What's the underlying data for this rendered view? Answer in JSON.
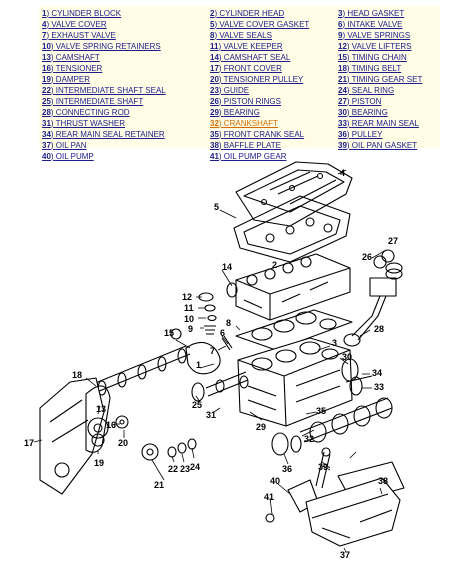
{
  "legend": {
    "columns": [
      [
        {
          "num": "1",
          "label": "CYLINDER BLOCK"
        },
        {
          "num": "4",
          "label": "VALVE COVER"
        },
        {
          "num": "7",
          "label": "EXHAUST VALVE"
        },
        {
          "num": "10",
          "label": "VALVE SPRING RETAINERS"
        },
        {
          "num": "13",
          "label": "CAMSHAFT"
        },
        {
          "num": "16",
          "label": "TENSIONER"
        },
        {
          "num": "19",
          "label": "DAMPER"
        },
        {
          "num": "22",
          "label": "INTERMEDIATE SHAFT SEAL"
        },
        {
          "num": "25",
          "label": "INTERMEDIATE SHAFT"
        },
        {
          "num": "28",
          "label": "CONNECTING ROD"
        },
        {
          "num": "31",
          "label": "THRUST WASHER"
        },
        {
          "num": "34",
          "label": "REAR MAIN SEAL RETAINER"
        },
        {
          "num": "37",
          "label": "OIL PAN"
        },
        {
          "num": "40",
          "label": "OIL PUMP"
        }
      ],
      [
        {
          "num": "2",
          "label": "CYLINDER HEAD"
        },
        {
          "num": "5",
          "label": "VALVE COVER GASKET"
        },
        {
          "num": "8",
          "label": "VALVE SEALS"
        },
        {
          "num": "11",
          "label": "VALVE KEEPER"
        },
        {
          "num": "14",
          "label": "CAMSHAFT SEAL"
        },
        {
          "num": "17",
          "label": "FRONT COVER"
        },
        {
          "num": "20",
          "label": "TENSIONER PULLEY"
        },
        {
          "num": "23",
          "label": "GUIDE"
        },
        {
          "num": "26",
          "label": "PISTON RINGS"
        },
        {
          "num": "29",
          "label": "BEARING"
        },
        {
          "num": "32",
          "label": "CRANKSHAFT",
          "highlight": true
        },
        {
          "num": "35",
          "label": "FRONT CRANK SEAL"
        },
        {
          "num": "38",
          "label": "BAFFLE PLATE"
        },
        {
          "num": "41",
          "label": "OIL PUMP GEAR"
        }
      ],
      [
        {
          "num": "3",
          "label": "HEAD GASKET"
        },
        {
          "num": "6",
          "label": "INTAKE VALVE"
        },
        {
          "num": "9",
          "label": "VALVE SPRINGS"
        },
        {
          "num": "12",
          "label": "VALVE LIFTERS"
        },
        {
          "num": "15",
          "label": "TIMING CHAIN"
        },
        {
          "num": "18",
          "label": "TIMING BELT"
        },
        {
          "num": "21",
          "label": "TIMING GEAR SET"
        },
        {
          "num": "24",
          "label": "SEAL RING"
        },
        {
          "num": "27",
          "label": "PISTON"
        },
        {
          "num": "30",
          "label": "BEARING"
        },
        {
          "num": "33",
          "label": "REAR MAIN SEAL"
        },
        {
          "num": "36",
          "label": "PULLEY"
        },
        {
          "num": "39",
          "label": "OIL PAN GASKET"
        }
      ]
    ]
  },
  "callouts": [
    "4",
    "27",
    "14",
    "2",
    "26",
    "12",
    "11",
    "10",
    "9",
    "15",
    "6",
    "7",
    "28",
    "3",
    "30",
    "18",
    "25",
    "31",
    "34",
    "33",
    "35",
    "13",
    "17",
    "16",
    "32",
    "20",
    "19",
    "22",
    "23",
    "24",
    "21",
    "8",
    "5",
    "1",
    "29",
    "36",
    "39",
    "40",
    "41",
    "38",
    "37"
  ],
  "colors": {
    "legend_bg": "#fffde6",
    "link": "#1c1c8a",
    "highlight": "#d46a00"
  }
}
